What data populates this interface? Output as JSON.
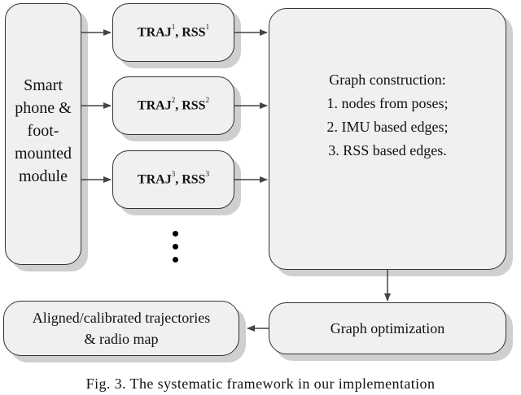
{
  "phone_module": {
    "label": "Smart phone & foot-mounted module"
  },
  "trajectories": [
    {
      "traj": "TRAJ",
      "rss": "RSS",
      "index": "1"
    },
    {
      "traj": "TRAJ",
      "rss": "RSS",
      "index": "2"
    },
    {
      "traj": "TRAJ",
      "rss": "RSS",
      "index": "3"
    }
  ],
  "traj_separator": ", ",
  "graph_construction": {
    "title": "Graph construction:",
    "items": [
      "1. nodes from poses;",
      "2. IMU based edges;",
      "3. RSS based edges."
    ]
  },
  "graph_optimization": {
    "label": "Graph optimization"
  },
  "output": {
    "line1": "Aligned/calibrated trajectories",
    "line2": "& radio map"
  },
  "caption": "Fig. 3.  The systematic framework in our implementation"
}
